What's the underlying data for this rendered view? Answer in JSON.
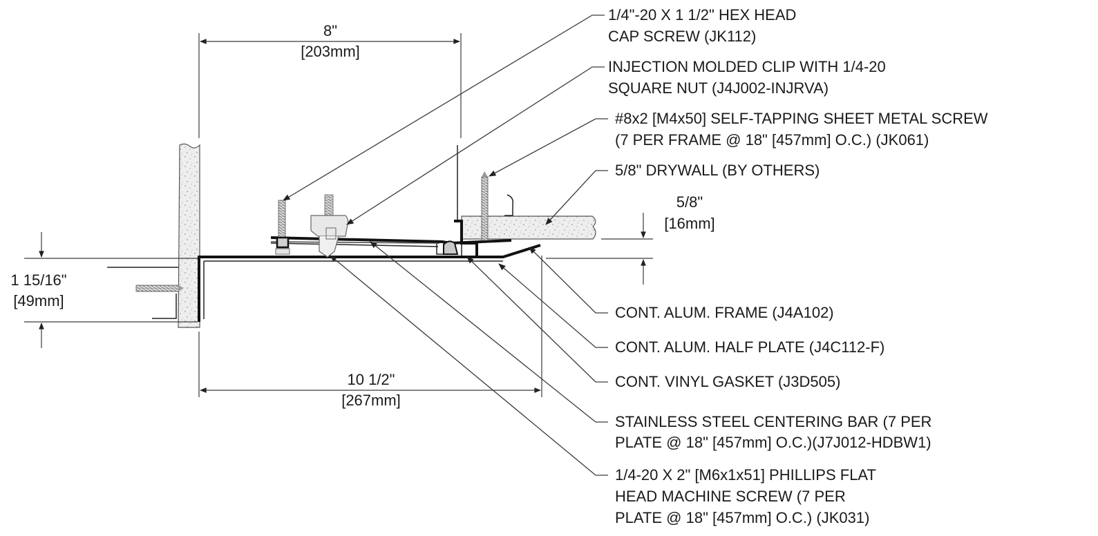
{
  "labels": {
    "cap_screw_1": "1/4\"-20 X 1 1/2\" HEX HEAD",
    "cap_screw_2": "CAP SCREW (JK112)",
    "clip_1": "INJECTION MOLDED CLIP WITH 1/4-20",
    "clip_2": "SQUARE NUT (J4J002-INJRVA)",
    "sheet_screw_1": "#8x2 [M4x50] SELF-TAPPING SHEET METAL SCREW",
    "sheet_screw_2": "(7 PER FRAME @ 18\" [457mm] O.C.) (JK061)",
    "drywall": "5/8\" DRYWALL (BY OTHERS)",
    "frame": "CONT. ALUM. FRAME (J4A102)",
    "half_plate": "CONT. ALUM. HALF PLATE (J4C112-F)",
    "gasket": "CONT. VINYL GASKET (J3D505)",
    "centering_bar_1": "STAINLESS STEEL CENTERING BAR (7 PER",
    "centering_bar_2": "PLATE @ 18\" [457mm] O.C.)(J7J012-HDBW1)",
    "machine_screw_1": "1/4-20 X 2\" [M6x1x51] PHILLIPS FLAT",
    "machine_screw_2": "HEAD MACHINE SCREW (7 PER",
    "machine_screw_3": "PLATE @ 18\" [457mm] O.C.) (JK031)"
  },
  "dimensions": {
    "top_width_in": "8\"",
    "top_width_mm": "[203mm]",
    "bottom_width_in": "10 1/2\"",
    "bottom_width_mm": "[267mm]",
    "height_in": "1 15/16\"",
    "height_mm": "[49mm]",
    "drywall_in": "5/8\"",
    "drywall_mm": "[16mm]"
  }
}
